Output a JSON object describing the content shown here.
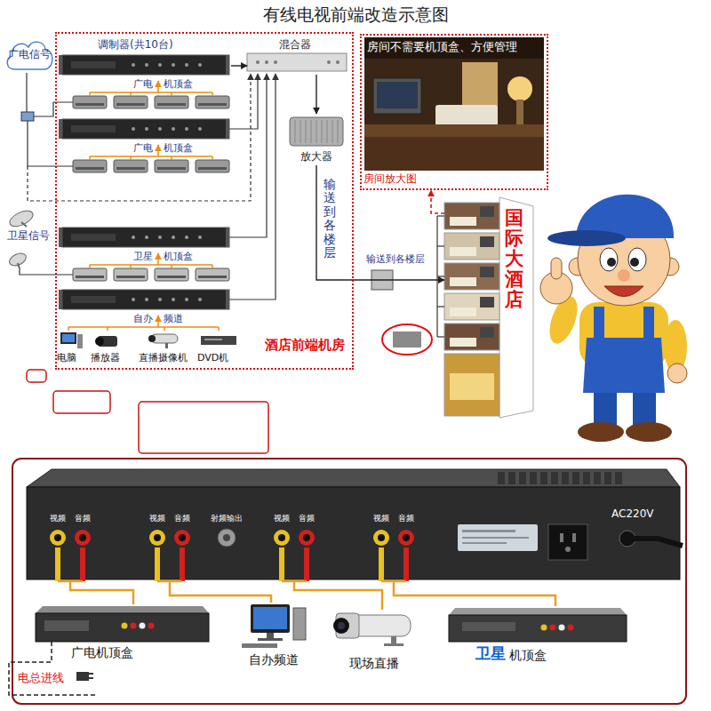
{
  "diagram": {
    "title": "有线电视前端改造示意图",
    "nodes": [
      {
        "text": [
          "广电信号"
        ]
      },
      {
        "text": [
          "酒店前端机房"
        ]
      },
      {
        "text": [
          "调制器(共10台)"
        ],
        "in": 1
      },
      {
        "text": [
          "混合器"
        ],
        "in": 1
      },
      {
        "text": [
          "放大器"
        ],
        "in": 1
      },
      {
        "text": [
          "卫星信号"
        ]
      },
      {
        "text": [
          "房间不需要机顶盒、方便管理",
          "房间放大图"
        ]
      },
      {
        "text": [
          "国际大酒店"
        ]
      },
      {
        "text": [
          "视频",
          "音频",
          "视频",
          "音频",
          "射频输出",
          "视频",
          "音频",
          "视频",
          "音频",
          "AC220V"
        ]
      },
      {
        "text": [
          "广电机顶盒"
        ]
      },
      {
        "text": [
          "自办频道"
        ]
      },
      {
        "text": [
          "现场直播"
        ]
      },
      {
        "text": [
          "卫星",
          "机顶盒"
        ]
      }
    ],
    "edges": [
      {
        "from": 2,
        "to": 3,
        "arrow": "to"
      },
      {
        "from": 3,
        "to": 4,
        "arrow": "to"
      },
      {
        "from": 4,
        "to": 7,
        "arrow": "to"
      },
      {
        "from": 7,
        "to": 6,
        "arrow": "to"
      },
      {
        "from": 8,
        "to": 9,
        "arrow": "none"
      },
      {
        "from": 8,
        "to": 10,
        "arrow": "none"
      },
      {
        "from": 8,
        "to": 11,
        "arrow": "none"
      },
      {
        "from": 8,
        "to": 12,
        "arrow": "none"
      }
    ],
    "labels": [
      "广电",
      "机顶盒",
      "广电",
      "机顶盒",
      "卫星",
      "机顶盒",
      "自办",
      "频道",
      "电脑",
      "播放器",
      "直播摄像机",
      "DVD机",
      "输送到各楼层",
      "输送到各楼层",
      "电总进线"
    ]
  }
}
